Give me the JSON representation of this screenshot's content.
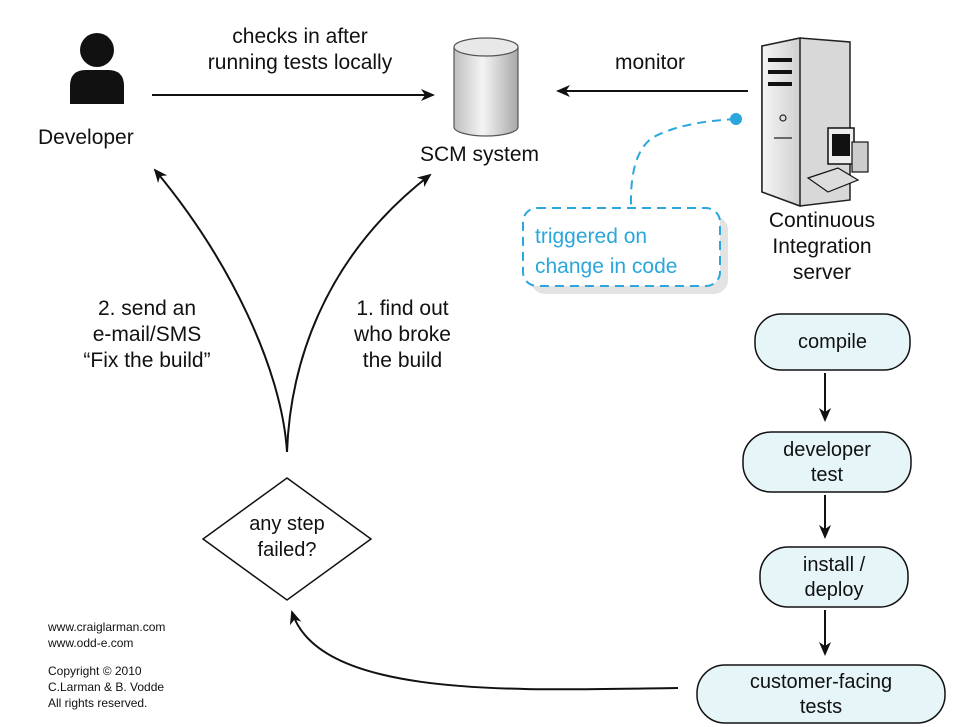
{
  "actors": {
    "developer": "Developer",
    "scm": "SCM system",
    "ci_line1": "Continuous",
    "ci_line2": "Integration",
    "ci_line3": "server"
  },
  "edges": {
    "checkin_line1": "checks in after",
    "checkin_line2": "running tests locally",
    "monitor": "monitor",
    "find_line1": "1. find out",
    "find_line2": "who broke",
    "find_line3": "the build",
    "send_line1": "2. send an",
    "send_line2": "e-mail/SMS",
    "send_line3": "“Fix the build”"
  },
  "callout": {
    "line1": "triggered on",
    "line2": "change in code"
  },
  "steps": [
    {
      "line1": "compile",
      "line2": ""
    },
    {
      "line1": "developer",
      "line2": "test"
    },
    {
      "line1": "install /",
      "line2": "deploy"
    },
    {
      "line1": "customer-facing",
      "line2": "tests"
    }
  ],
  "decision": {
    "line1": "any step",
    "line2": "failed?"
  },
  "footer": {
    "site1": "www.craiglarman.com",
    "site2": "www.odd-e.com",
    "copyright1": "Copyright © 2010",
    "copyright2": "C.Larman & B. Vodde",
    "copyright3": "All rights reserved."
  },
  "colors": {
    "step_fill": "#e6f5f8",
    "callout_blue": "#2aa7dc",
    "line": "#111111"
  }
}
